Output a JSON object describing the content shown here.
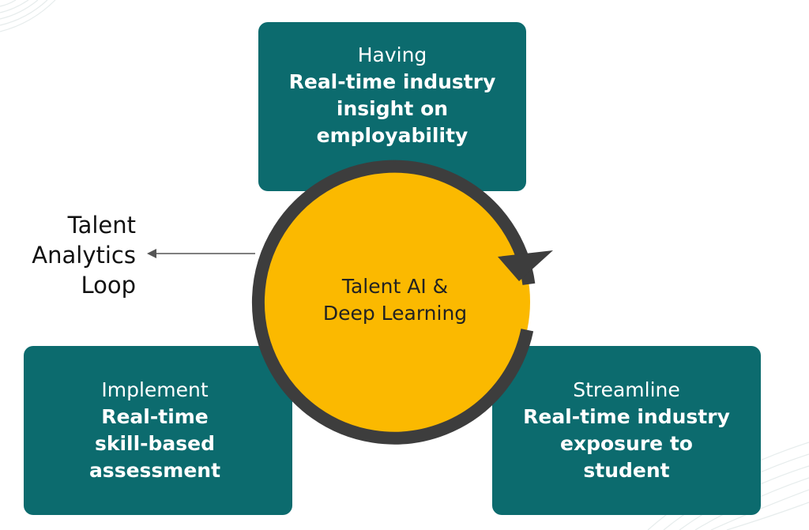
{
  "diagram": {
    "center": {
      "label": "Talent AI &\nDeep Learning"
    },
    "side_label": "Talent\nAnalytics\nLoop",
    "boxes": {
      "top": {
        "verb": "Having",
        "description": "Real-time industry\ninsight on\nemployability"
      },
      "left": {
        "verb": "Implement",
        "description": "Real-time\nskill-based\nassessment"
      },
      "right": {
        "verb": "Streamline",
        "description": "Real-time industry\nexposure to\nstudent"
      }
    },
    "colors": {
      "box_fill": "#0c6b6e",
      "circle_fill": "#fbb900",
      "loop_stroke": "#3d3d3d",
      "box_text": "#ffffff"
    }
  }
}
